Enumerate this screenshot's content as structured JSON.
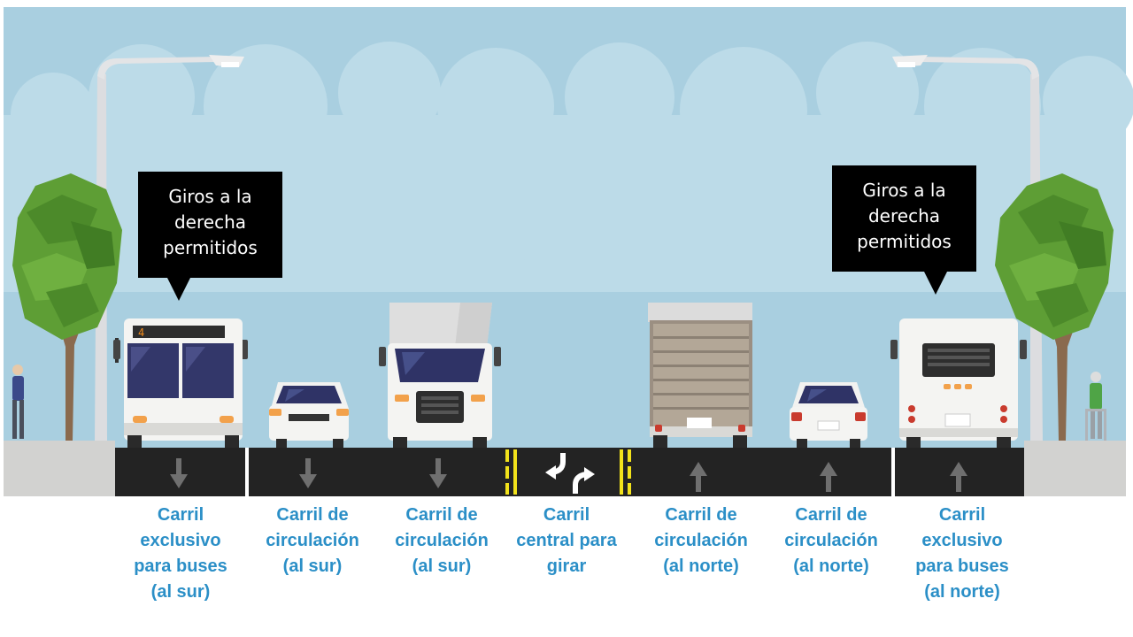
{
  "callouts": {
    "left": {
      "lines": [
        "Giros a la",
        "derecha",
        "permitidos"
      ]
    },
    "right": {
      "lines": [
        "Giros a la",
        "derecha",
        "permitidos"
      ]
    }
  },
  "bus_route_sign": "4",
  "lanes": [
    {
      "id": "bus-south",
      "direction": "south",
      "lines": [
        "Carril",
        "exclusivo",
        "para buses",
        "(al sur)"
      ]
    },
    {
      "id": "travel-south-1",
      "direction": "south",
      "lines": [
        "Carril de",
        "circulación",
        "(al sur)"
      ]
    },
    {
      "id": "travel-south-2",
      "direction": "south",
      "lines": [
        "Carril de",
        "circulación",
        "(al sur)"
      ]
    },
    {
      "id": "center-turn",
      "direction": "both",
      "lines": [
        "Carril",
        "central para",
        "girar"
      ]
    },
    {
      "id": "travel-north-1",
      "direction": "north",
      "lines": [
        "Carril de",
        "circulación",
        "(al norte)"
      ]
    },
    {
      "id": "travel-north-2",
      "direction": "north",
      "lines": [
        "Carril de",
        "circulación",
        "(al norte)"
      ]
    },
    {
      "id": "bus-north",
      "direction": "north",
      "lines": [
        "Carril",
        "exclusivo",
        "para buses",
        "(al norte)"
      ]
    }
  ],
  "colors": {
    "sky": "#a9cfe0",
    "road": "#232323",
    "label_text": "#2b8fc7",
    "center_line": "#f2e21b",
    "tree": "#5e9e35"
  }
}
